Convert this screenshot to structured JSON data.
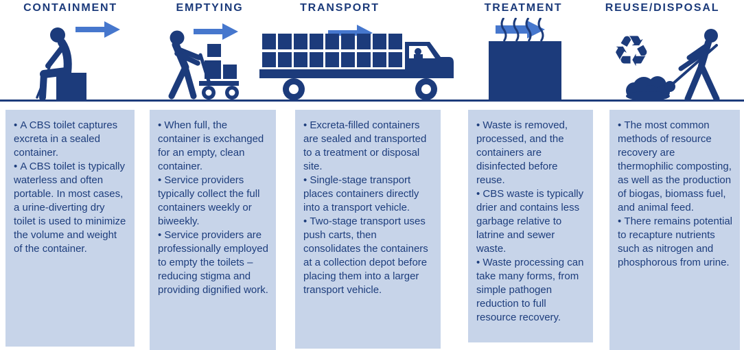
{
  "figure": {
    "stages": [
      {
        "title": "CONTAINMENT",
        "icon": "person-sitting-on-cbs-toilet-icon",
        "bullets": [
          "A CBS toilet captures excreta in a sealed container.",
          "A CBS toilet is typically waterless and often portable. In most cases, a urine-diverting dry toilet is used to minimize the volume and weight of the container."
        ]
      },
      {
        "title": "EMPTYING",
        "icon": "person-pushing-container-cart-icon",
        "bullets": [
          "When full, the container is exchanged for an empty, clean container.",
          "Service providers typically collect the full containers weekly or biweekly.",
          "Service providers are professionally employed to empty the toilets – reducing stigma and providing dignified work."
        ]
      },
      {
        "title": "TRANSPORT",
        "icon": "container-truck-icon",
        "bullets": [
          "Excreta-filled containers are sealed and transported to a treatment or disposal site.",
          "Single-stage transport places containers directly into a transport vehicle.",
          "Two-stage transport uses push carts, then consolidates the containers at a collection depot before placing them into a larger transport vehicle."
        ]
      },
      {
        "title": "TREATMENT",
        "icon": "treatment-unit-with-heat-icon",
        "bullets": [
          "Waste is removed, processed, and the containers are disinfected before reuse.",
          "CBS waste is typically drier and contains less garbage relative to latrine and sewer waste.",
          "Waste processing can take many forms, from simple pathogen reduction to full resource recovery."
        ]
      },
      {
        "title": "REUSE/DISPOSAL",
        "icon": "recycling-symbol-and-person-shoveling-icon",
        "bullets": [
          "The most common methods of resource recovery are thermophilic composting, as well as the production of biogas, biomass fuel, and animal feed.",
          "There remains potential to recapture nutrients such as nitrogen and phosphorous from urine."
        ]
      }
    ],
    "glyphs": {
      "recycle": "♻"
    },
    "colors": {
      "navy": "#1c3b7b",
      "arrow_blue": "#4677cd",
      "box_bg": "#c7d4e9",
      "text": "#1d3d7c"
    }
  }
}
